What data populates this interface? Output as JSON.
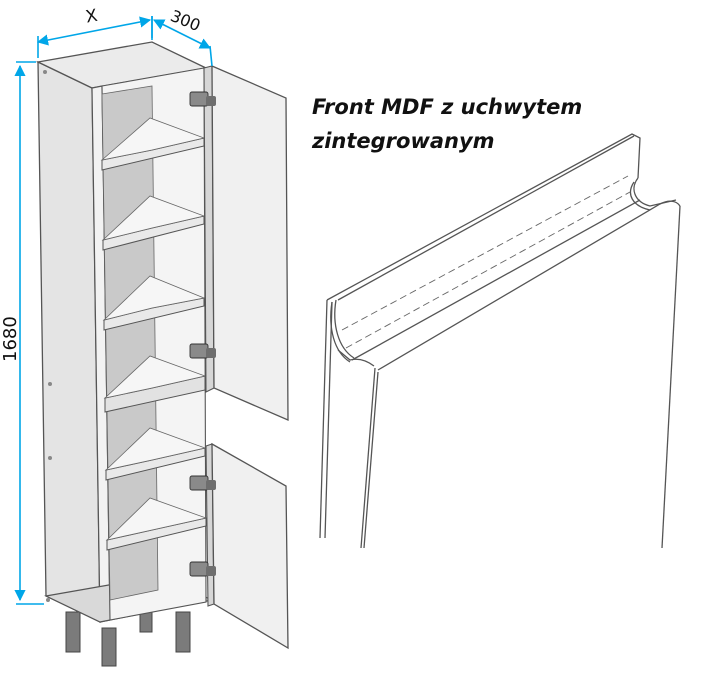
{
  "drawing": {
    "title_line1": "Front MDF z uchwytem",
    "title_line2": "zintegrowanym",
    "dim_width": "X",
    "dim_depth": "300",
    "dim_height": "1680"
  },
  "colors": {
    "dimension": "#00a6e8",
    "panel_face": "#e6e6e6",
    "panel_side": "#d2d2d2",
    "interior": "#c9c9c9",
    "edge": "#555555",
    "leg": "#7b7b7b"
  }
}
